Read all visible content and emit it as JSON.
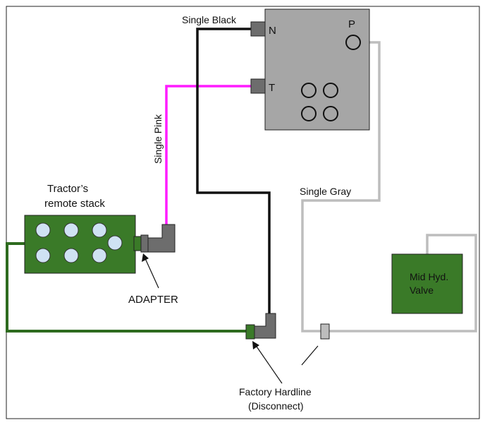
{
  "labels": {
    "single_black": "Single Black",
    "single_pink": "Single Pink",
    "single_gray": "Single Gray",
    "tractor_line1": "Tractor’s",
    "tractor_line2": "remote stack",
    "adapter": "ADAPTER",
    "factory_line1": "Factory Hardline",
    "factory_line2": "(Disconnect)",
    "mid_valve_line1": "Mid Hyd.",
    "mid_valve_line2": "Valve"
  },
  "ports": {
    "n": "N",
    "t": "T",
    "p": "P"
  },
  "colors": {
    "black_line": "#111111",
    "pink_line": "#ff1cff",
    "gray_line": "#bdbdbd",
    "green_line": "#2e6b1f",
    "green_fill": "#3a7a28",
    "valve_gray": "#a6a6a6",
    "fitting_gray": "#6d6d6d",
    "lever_fill": "#cfe2f3"
  }
}
